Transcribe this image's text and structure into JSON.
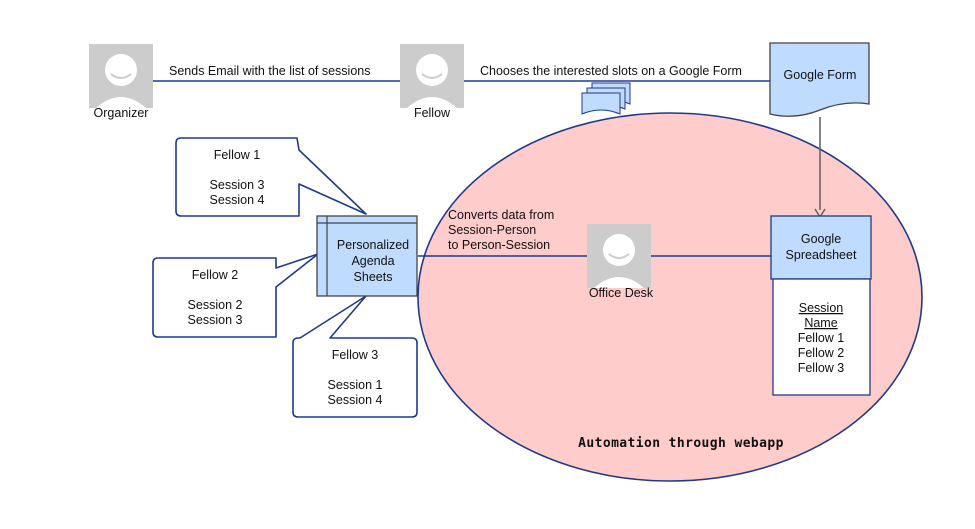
{
  "actors": {
    "organizer": "Organizer",
    "fellow": "Fellow",
    "office_desk": "Office Desk"
  },
  "edges": {
    "email": "Sends Email with the list of sessions",
    "form": "Chooses the interested slots on a Google Form",
    "convert": [
      "Converts data from",
      "Session-Person",
      "to Person-Session"
    ]
  },
  "google_form": "Google Form",
  "spreadsheet": {
    "title": [
      "Google",
      "Spreadsheet"
    ],
    "header": [
      "Session",
      "Name"
    ],
    "rows": [
      "Fellow 1",
      "Fellow 2",
      "Fellow 3"
    ]
  },
  "agenda": [
    "Personalized",
    "Agenda",
    "Sheets"
  ],
  "callouts": [
    {
      "name": "Fellow 1",
      "sessions": [
        "Session 3",
        "Session 4"
      ]
    },
    {
      "name": "Fellow 2",
      "sessions": [
        "Session 2",
        "Session 3"
      ]
    },
    {
      "name": "Fellow 3",
      "sessions": [
        "Session 1",
        "Session 4"
      ]
    }
  ],
  "automation_label": "Automation through webapp",
  "colors": {
    "line": "#1f3a8a",
    "light_blue": "#bfdcff",
    "ellipse_fill": "#ffcccc",
    "avatar_bg": "#cccccc"
  }
}
